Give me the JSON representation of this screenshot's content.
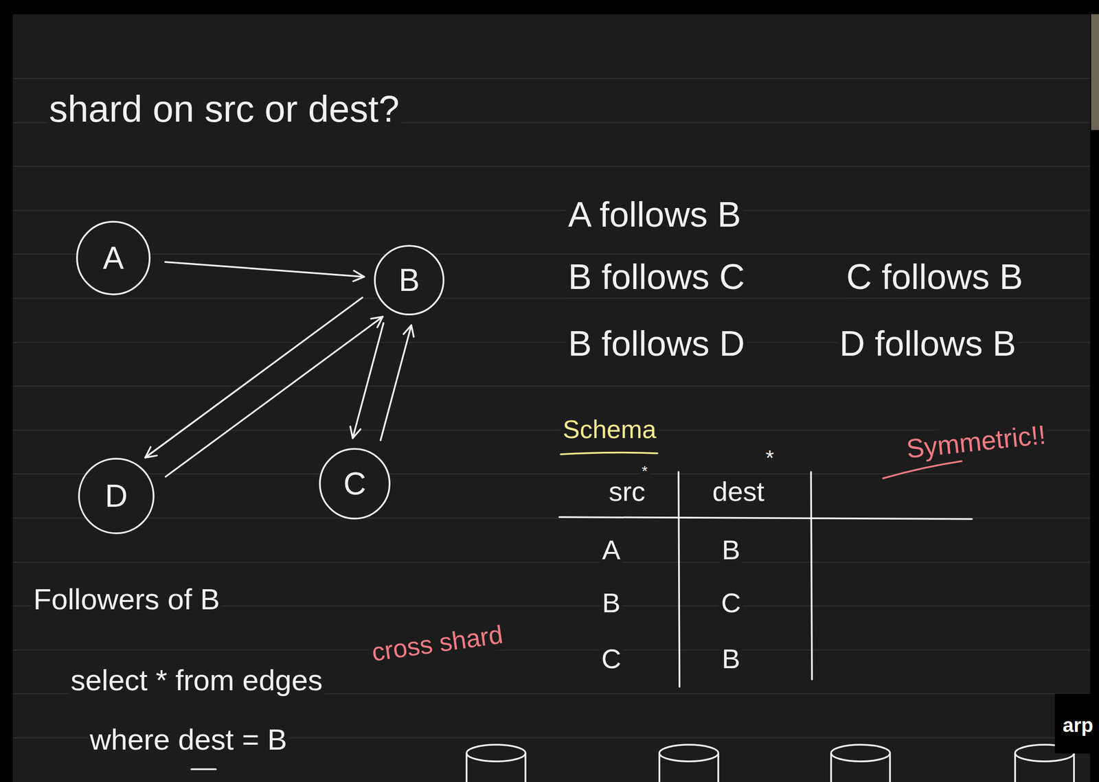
{
  "diagram": {
    "title": "shard on src or dest?",
    "nodes": [
      {
        "text": [
          "A"
        ]
      },
      {
        "text": [
          "B"
        ]
      },
      {
        "text": [
          "D"
        ]
      },
      {
        "text": [
          "C"
        ]
      }
    ],
    "edges": [
      {
        "from": 0,
        "to": 1,
        "arrow": "to"
      },
      {
        "from": 1,
        "to": 2,
        "arrow": "to"
      },
      {
        "from": 2,
        "to": 1,
        "arrow": "to"
      },
      {
        "from": 1,
        "to": 3,
        "arrow": "to"
      },
      {
        "from": 3,
        "to": 1,
        "arrow": "to"
      }
    ],
    "labels": [
      "A follows B",
      "B follows C",
      "C follows B",
      "B follows D",
      "D follows B",
      "Schema",
      "Symmetric!!",
      "*",
      "*",
      "src",
      "dest",
      "A",
      "B",
      "B",
      "C",
      "C",
      "B",
      "Followers of B",
      "select * from edges",
      "where dest = B",
      "cross shard",
      "arp"
    ]
  }
}
